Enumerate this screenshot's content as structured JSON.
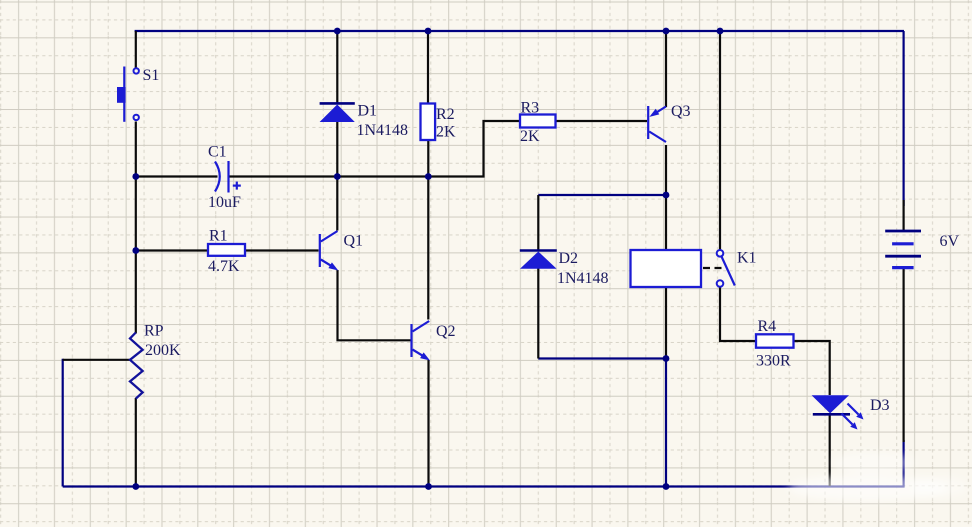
{
  "diagram": {
    "type": "circuit-schematic",
    "description": "Time-delay relay driver circuit drawn on Protel-style grid paper",
    "components": {
      "s1": {
        "designator": "S1",
        "symbol": "pushbutton-switch"
      },
      "c1": {
        "designator": "C1",
        "value": "10uF",
        "polarity": "+",
        "symbol": "polarized-capacitor"
      },
      "r1": {
        "designator": "R1",
        "value": "4.7K",
        "symbol": "resistor"
      },
      "rp": {
        "designator": "RP",
        "value": "200K",
        "symbol": "potentiometer"
      },
      "d1": {
        "designator": "D1",
        "value": "1N4148",
        "symbol": "diode"
      },
      "r2": {
        "designator": "R2",
        "value": "2K",
        "symbol": "resistor"
      },
      "q1": {
        "designator": "Q1",
        "symbol": "npn-transistor"
      },
      "q2": {
        "designator": "Q2",
        "symbol": "npn-transistor"
      },
      "r3": {
        "designator": "R3",
        "value": "2K",
        "symbol": "resistor"
      },
      "q3": {
        "designator": "Q3",
        "symbol": "pnp-transistor"
      },
      "d2": {
        "designator": "D2",
        "value": "1N4148",
        "symbol": "diode"
      },
      "relay": {
        "designator": "K1",
        "symbol": "relay-coil-with-contact"
      },
      "r4": {
        "designator": "R4",
        "value": "330R",
        "symbol": "resistor"
      },
      "d3": {
        "designator": "D3",
        "symbol": "led"
      },
      "battery": {
        "designator": "6V",
        "symbol": "battery"
      }
    },
    "colors": {
      "background": "#faf7ef",
      "grid_solid": "#d4d0c5",
      "grid_dashed": "#dcd8cc",
      "wire_navy": "#000080",
      "wire_black": "#0b0b0b",
      "symbol_blue": "#1c1cd4",
      "text_navy": "#1b1b60"
    }
  }
}
